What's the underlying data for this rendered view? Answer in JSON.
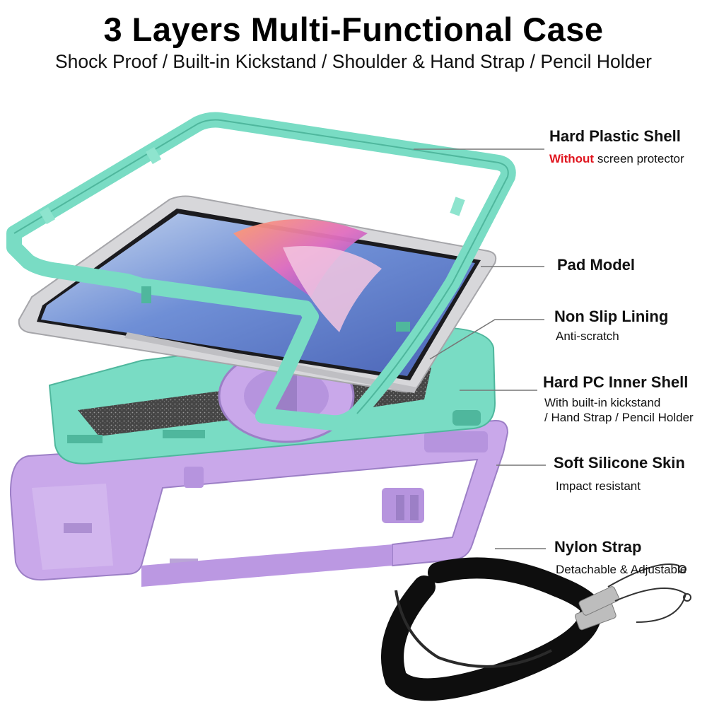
{
  "header": {
    "title": "3 Layers Multi-Functional Case",
    "subtitle": "Shock Proof / Built-in Kickstand / Shoulder & Hand Strap / Pencil Holder"
  },
  "callouts": [
    {
      "label": "Hard Plastic Shell",
      "desc_highlight": "Without",
      "desc": " screen protector"
    },
    {
      "label": "Pad Model"
    },
    {
      "label": "Non Slip Lining",
      "desc": "Anti-scratch"
    },
    {
      "label": "Hard PC Inner Shell",
      "desc_line1": "With built-in kickstand",
      "desc_line2": "/ Hand Strap / Pencil Holder"
    },
    {
      "label": "Soft Silicone Skin",
      "desc": "Impact resistant"
    },
    {
      "label": "Nylon Strap",
      "desc": "Detachable & Adjustable"
    }
  ],
  "colors": {
    "mint": "#79dcc4",
    "mint_dark": "#4fb79d",
    "lavender": "#c9a8ea",
    "lavender_dark": "#9c7fc6",
    "lining": "#4a4a4a",
    "highlight_red": "#e0141e",
    "strap": "#0e0e0e"
  }
}
